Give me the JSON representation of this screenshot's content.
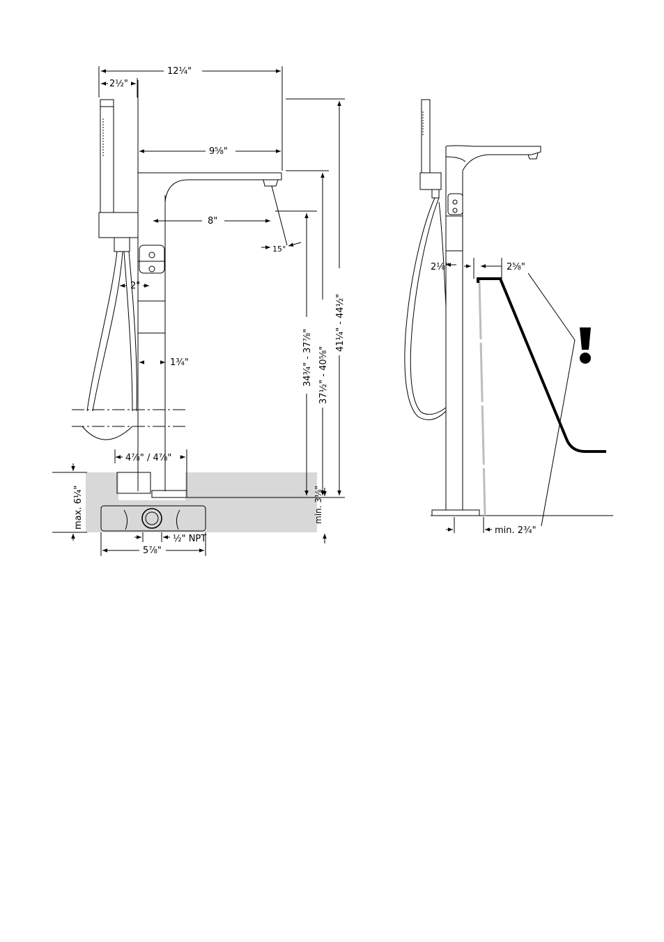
{
  "diagram": {
    "left_view": {
      "dims": {
        "overall_width": "12¼\"",
        "hose_offset": "2½\"",
        "spout_reach": "9⅝\"",
        "spout_inner": "8\"",
        "angle": "15°",
        "handle_offset": "2\"",
        "column_offset": "1¾\"",
        "height_1": "34¾\" - 37⅞\"",
        "height_2": "37½\" - 40⅝\"",
        "height_3": "41¼\" - 44½\"",
        "rough_width": "4⅞\" / 4⅞\"",
        "max_depth": "max. 6¼\"",
        "min_depth": "min. 3⅛\"",
        "npt": "½\" NPT",
        "base_width": "5⅞\""
      }
    },
    "right_view": {
      "dims": {
        "column_gap": "2⅛\"",
        "tub_gap": "2⅝\"",
        "min_gap": "min. 2¾\"",
        "warning_symbol": "!"
      }
    }
  }
}
